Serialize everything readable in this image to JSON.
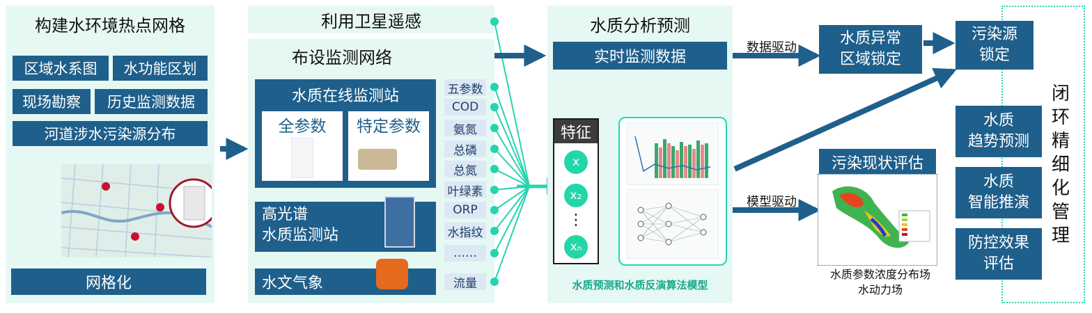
{
  "grid": {
    "title": "构建水环境热点网格",
    "tags": [
      "区域水系图",
      "水功能区划",
      "现场勘察",
      "历史监测数据",
      "河道涉水污染源分布"
    ],
    "result": "网格化"
  },
  "monitor": {
    "satellite": "利用卫星遥感",
    "network": "布设监测网络",
    "online_station": "水质在线监测站",
    "full_params": "全参数",
    "specific_params": "特定参数",
    "hyperspectral": "高光谱\n水质监测站",
    "hydromet": "水文气象",
    "params": [
      "五参数",
      "COD",
      "氨氮",
      "总磷",
      "总氮",
      "叶绿素",
      "ORP",
      "水指纹",
      "……",
      "流量"
    ]
  },
  "analysis": {
    "title": "水质分析预测",
    "realtime": "实时监测数据",
    "features_title": "特征",
    "features": [
      "x",
      "x₂",
      "⋮",
      "xₙ"
    ],
    "model_caption": "水质预测和水质反演算法模型"
  },
  "outputs": {
    "data_driven": "数据驱动",
    "model_driven": "模型驱动",
    "anomaly": "水质异常\n区域锁定",
    "source_lock": "污染源\n锁定",
    "status_eval": "污染现状评估",
    "map_caption": "水质参数浓度分布场\n水动力场",
    "trend": "水质\n趋势预测",
    "inference": "水质\n智能推演",
    "effect": "防控效果\n评估",
    "closed_loop": "闭环精细化管理"
  },
  "colors": {
    "panel": "#e6f8f4",
    "dark_box": "#1f5f8b",
    "connector": "#27d3b0",
    "marker": "#c8102e"
  }
}
